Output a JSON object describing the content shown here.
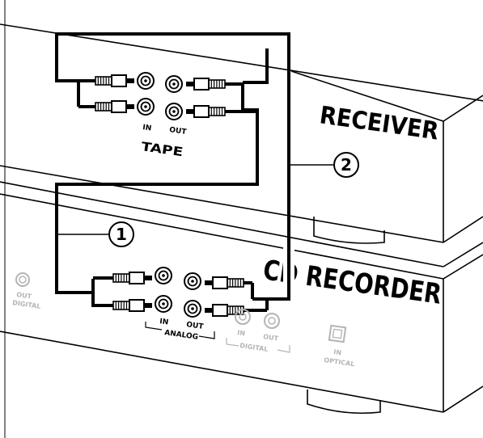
{
  "labels": {
    "receiver": "RECEIVER",
    "cd_recorder": "CD RECORDER",
    "tape": "TAPE",
    "receiver_in": "IN",
    "receiver_out": "OUT",
    "analog": "ANALOG",
    "analog_in": "IN",
    "analog_out": "OUT",
    "digital": "DIGITAL",
    "digital_in": "IN",
    "digital_out": "OUT",
    "out_digital_out": "OUT",
    "out_digital_digital": "DIGITAL",
    "optical_in": "IN",
    "optical": "OPTICAL"
  },
  "callouts": {
    "step1": "1",
    "step2": "2"
  },
  "colors": {
    "outline": "#000000",
    "faded": "#b4b4b4",
    "panel": "#ffffff"
  }
}
